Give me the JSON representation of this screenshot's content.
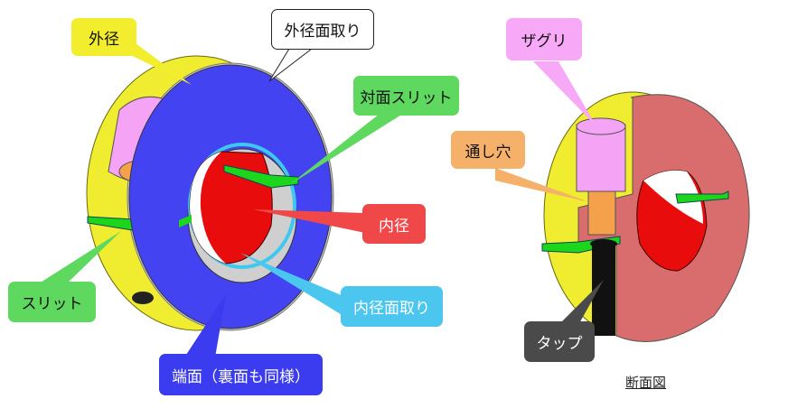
{
  "labels": {
    "outer_diameter": "外径",
    "outer_chamfer": "外径面取り",
    "opposite_slit": "対面スリット",
    "inner_diameter": "内径",
    "slit": "スリット",
    "inner_chamfer": "内径面取り",
    "end_face": "端面（裏面も同様）",
    "counterbore": "ザグリ",
    "through_hole": "通し穴",
    "tap": "タップ"
  },
  "caption": "断面図",
  "colors": {
    "outer_surface": "#f0ec30",
    "end_face": "#4343f2",
    "inner_surface": "#e80c0c",
    "slit_green": "#1bd61b",
    "counterbore_pink": "#f5a3f5",
    "through_hole_orange": "#f5a04a",
    "section_face": "#d96c6c",
    "inner_chamfer_cyan": "#3fc8ee",
    "tap_black": "#111111",
    "label_yellow": "#f2ee2e",
    "label_white": "#ffffff",
    "label_green": "#5ed85e",
    "label_red": "#f04848",
    "label_cyan": "#4bc6ef",
    "label_blue": "#3b3bef",
    "label_pink": "#f7a9f7",
    "label_orange": "#f5b06a",
    "label_dark": "#4a4a4a"
  }
}
